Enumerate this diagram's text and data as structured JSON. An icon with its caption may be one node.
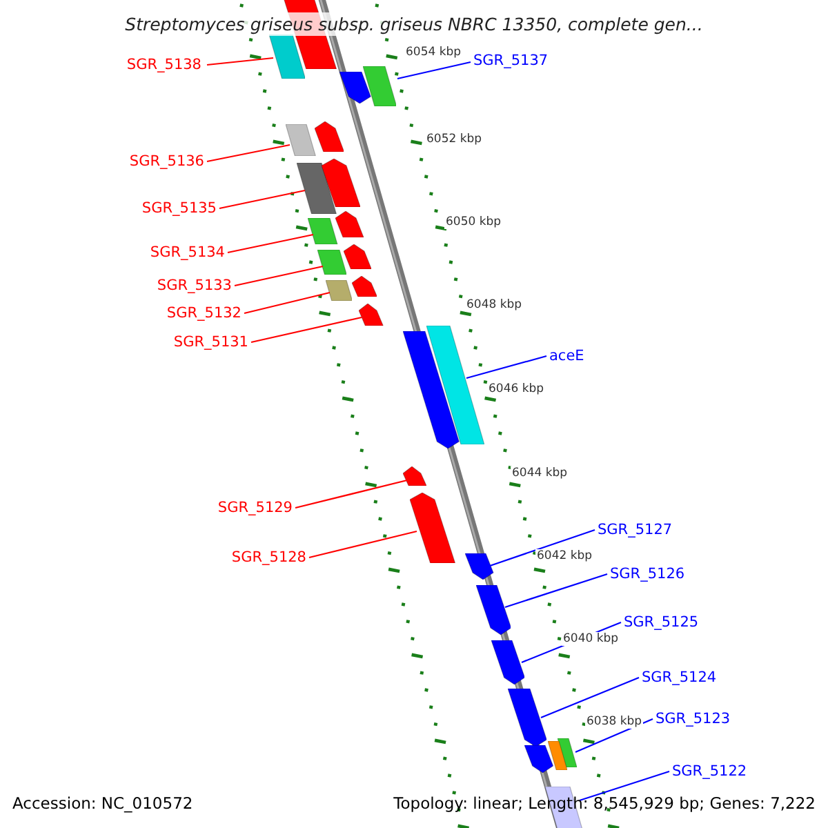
{
  "diagram": {
    "title": "Streptomyces griseus subsp. griseus NBRC 13350, complete gen...",
    "nodes": [
      {
        "text": [
          "SGR_5138"
        ]
      },
      {
        "text": [],
        "shape": "bar"
      },
      {
        "text": [
          "SGR_5137"
        ]
      },
      {
        "text": [],
        "shape": "bar"
      },
      {
        "text": [
          "SGR_5136"
        ]
      },
      {
        "text": [],
        "shape": "bar"
      },
      {
        "text": [
          "SGR_5135"
        ]
      },
      {
        "text": [],
        "shape": "bar"
      },
      {
        "text": [
          "SGR_5134"
        ]
      },
      {
        "text": [],
        "shape": "bar"
      },
      {
        "text": [
          "SGR_5133"
        ]
      },
      {
        "text": [],
        "shape": "bar"
      },
      {
        "text": [
          "SGR_5132"
        ]
      },
      {
        "text": [],
        "shape": "bar"
      },
      {
        "text": [
          "SGR_5131"
        ]
      },
      {
        "text": [],
        "shape": "bar"
      },
      {
        "text": [
          "aceE"
        ]
      },
      {
        "text": [],
        "shape": "bar"
      },
      {
        "text": [
          "SGR_5129"
        ]
      },
      {
        "text": [],
        "shape": "bar"
      },
      {
        "text": [
          "SGR_5128"
        ]
      },
      {
        "text": [],
        "shape": "bar"
      },
      {
        "text": [
          "SGR_5127"
        ]
      },
      {
        "text": [],
        "shape": "bar"
      },
      {
        "text": [
          "SGR_5126"
        ]
      },
      {
        "text": [],
        "shape": "bar"
      },
      {
        "text": [
          "SGR_5125"
        ]
      },
      {
        "text": [],
        "shape": "bar"
      },
      {
        "text": [
          "SGR_5124"
        ]
      },
      {
        "text": [],
        "shape": "bar"
      },
      {
        "text": [
          "SGR_5123"
        ]
      },
      {
        "text": [],
        "shape": "bar"
      },
      {
        "text": [
          "SGR_5122"
        ]
      },
      {
        "text": [],
        "shape": "bar"
      },
      {
        "text": [],
        "shape": "bar"
      },
      {
        "text": [],
        "shape": "bar"
      },
      {
        "text": [],
        "shape": "bar"
      },
      {
        "text": [],
        "shape": "bar"
      },
      {
        "text": [],
        "shape": "bar"
      },
      {
        "text": [],
        "shape": "bar"
      },
      {
        "text": [],
        "shape": "bar"
      },
      {
        "text": [],
        "shape": "bar"
      },
      {
        "text": [],
        "shape": "bar"
      },
      {
        "text": [],
        "shape": "bar"
      }
    ],
    "edges": [
      {
        "from": 0,
        "to": 1,
        "arrow": "none"
      },
      {
        "from": 2,
        "to": 3,
        "arrow": "none",
        "color": "#0000ff"
      },
      {
        "from": 4,
        "to": 5,
        "arrow": "none"
      },
      {
        "from": 6,
        "to": 7,
        "arrow": "none"
      },
      {
        "from": 8,
        "to": 9,
        "arrow": "none"
      },
      {
        "from": 10,
        "to": 11,
        "arrow": "none"
      },
      {
        "from": 12,
        "to": 13,
        "arrow": "none"
      },
      {
        "from": 14,
        "to": 15,
        "arrow": "none"
      },
      {
        "from": 16,
        "to": 17,
        "arrow": "none",
        "color": "#0000ff"
      },
      {
        "from": 18,
        "to": 19,
        "arrow": "none"
      },
      {
        "from": 20,
        "to": 21,
        "arrow": "none"
      },
      {
        "from": 22,
        "to": 23,
        "arrow": "none",
        "color": "#0000ff"
      },
      {
        "from": 24,
        "to": 25,
        "arrow": "none",
        "color": "#0000ff"
      },
      {
        "from": 26,
        "to": 27,
        "arrow": "none",
        "color": "#0000ff"
      },
      {
        "from": 28,
        "to": 29,
        "arrow": "none",
        "color": "#0000ff"
      },
      {
        "from": 30,
        "to": 31,
        "arrow": "none",
        "color": "#0000ff"
      },
      {
        "from": 32,
        "to": 33,
        "arrow": "none",
        "color": "#0000ff"
      }
    ],
    "labels": [
      "6054 kbp",
      "6052 kbp",
      "6050 kbp",
      "6048 kbp",
      "6046 kbp",
      "6044 kbp",
      "6042 kbp",
      "6040 kbp",
      "6038 kbp",
      "Accession: NC_010572",
      "Topology: linear; Length: 8,545,929 bp; Genes: 7,222"
    ]
  }
}
